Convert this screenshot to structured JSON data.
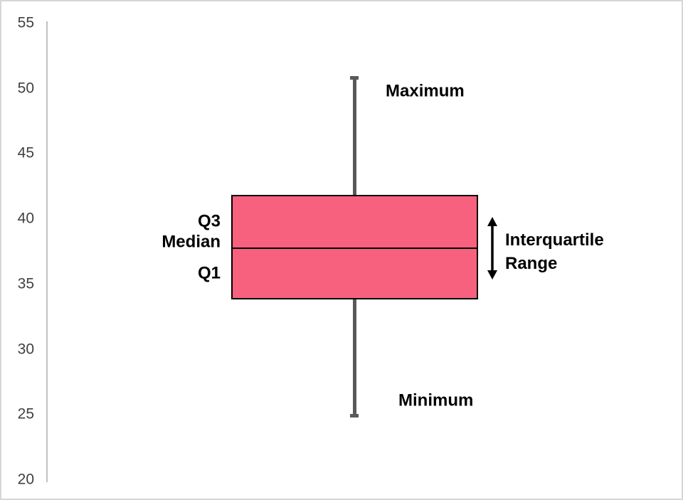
{
  "figure": {
    "background": "#ffffff",
    "border_color": "#d6d6d6"
  },
  "chart_data": {
    "type": "boxplot",
    "orientation": "vertical",
    "title": "",
    "xlabel": "",
    "ylabel": "",
    "y_axis": {
      "min": 20,
      "max": 55,
      "tick_step": 5,
      "ticks": [
        55,
        50,
        45,
        40,
        35,
        30,
        25,
        20
      ],
      "grid": false
    },
    "series": [
      {
        "name": "box",
        "minimum": 24.9,
        "q1": 33.8,
        "median": 37.7,
        "q3": 41.8,
        "maximum": 50.8
      }
    ],
    "annotations": {
      "maximum": "Maximum",
      "q3": "Q3",
      "median": "Median",
      "q1": "Q1",
      "minimum": "Minimum",
      "iqr_line1": "Interquartile",
      "iqr_line2": "Range"
    },
    "colors": {
      "box_fill": "#F8617E",
      "box_border": "#000000",
      "median_line": "#000000",
      "whisker": "#595959",
      "axis_line": "#C0C0C0",
      "tick_text": "#404040",
      "label_text": "#000000"
    }
  }
}
